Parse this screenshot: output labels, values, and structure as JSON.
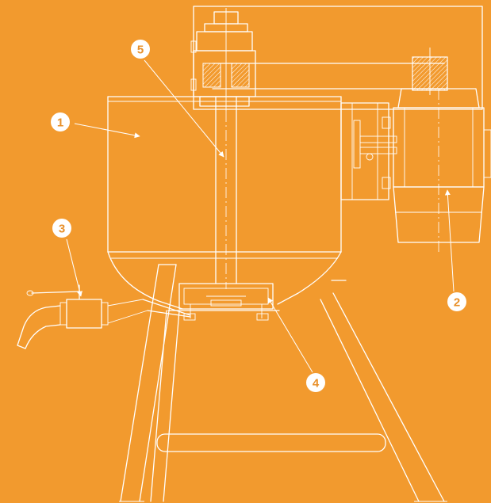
{
  "colors": {
    "background": "#f29a2e",
    "line": "#ffffff",
    "marker_text": "#e8902a"
  },
  "markers": [
    {
      "label": "1"
    },
    {
      "label": "2"
    },
    {
      "label": "3"
    },
    {
      "label": "4"
    },
    {
      "label": "5"
    }
  ]
}
